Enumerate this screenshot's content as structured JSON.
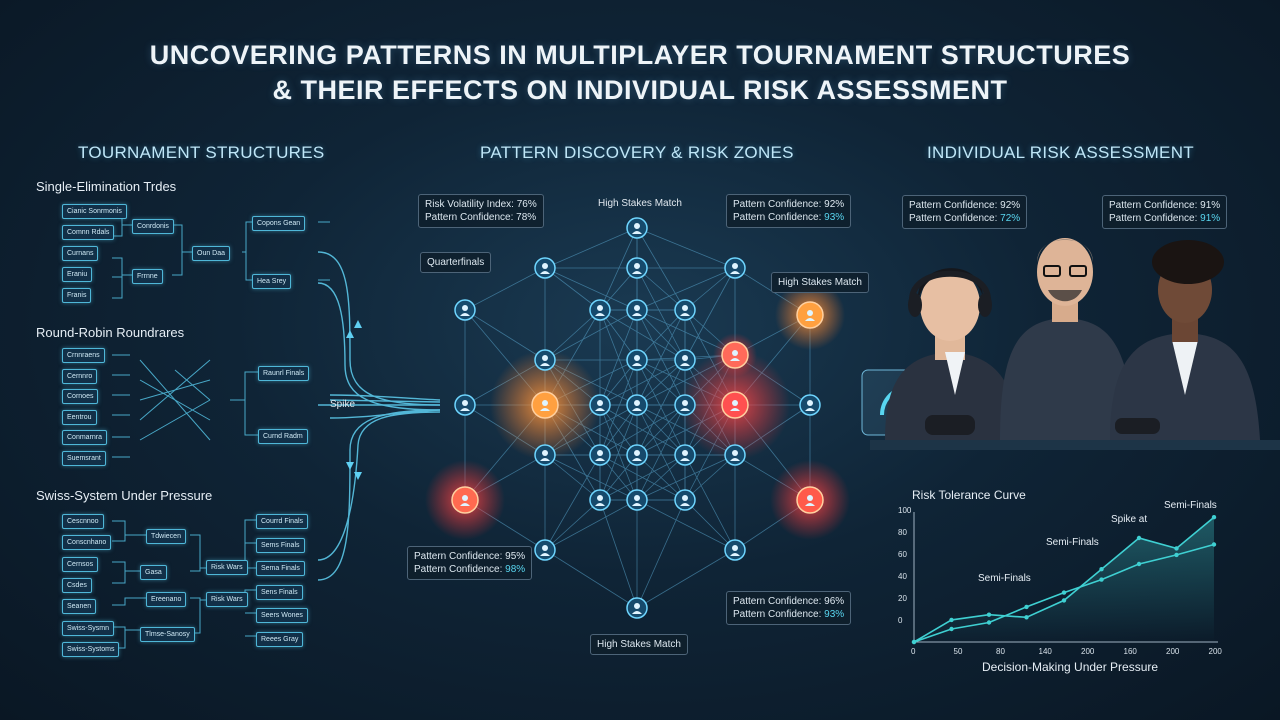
{
  "title": {
    "line1": "UNCOVERING PATTERNS IN MULTIPLAYER TOURNAMENT STRUCTURES",
    "line2": "& THEIR EFFECTS ON INDIVIDUAL RISK ASSESSMENT"
  },
  "sections": {
    "left": "TOURNAMENT STRUCTURES",
    "center": "PATTERN DISCOVERY & RISK ZONES",
    "right": "INDIVIDUAL RISK ASSESSMENT"
  },
  "left": {
    "single_elim": {
      "label": "Single-Elimination Trdes",
      "round1": [
        "Cianic Sonrmonis",
        "Comnn Rdals",
        "Curnans",
        "Eraniu",
        "Franis"
      ],
      "round2": [
        "Conrdonis",
        "Frrnne"
      ],
      "round3": "Oun Daa",
      "round4": [
        "Copons Gean",
        "Hea Srey"
      ]
    },
    "round_robin": {
      "label": "Round-Robin Roundrares",
      "col1": [
        "Crnnraens",
        "Cernnro",
        "Cornoes",
        "Eentrou",
        "Conmarnra",
        "Suemsrant"
      ],
      "col4": [
        "Raunrl Finals",
        "Curnd Radm"
      ]
    },
    "swiss": {
      "label": "Swiss-System Under Pressure",
      "col1": [
        "Cescnnoo",
        "Conscnhano",
        "Cernsos",
        "Csdes",
        "Seanen",
        "Swiss-Sysmn",
        "Swiss-Systoms"
      ],
      "col2": [
        "Tdwiecen",
        "Gasa",
        "Ereenano",
        "Tlmse-Sanosy"
      ],
      "col3": [
        "Risk Wars",
        "Risk Wars"
      ],
      "col4": [
        "Courrd Finals",
        "Sems Finals",
        "Sema Finals",
        "Sens Finals",
        "Seers Wones",
        "Reees Gray"
      ]
    },
    "spike": "Spike"
  },
  "center": {
    "box_tl": {
      "l1": "Risk Volatility Index: 76%",
      "l2": "Pattern Confidence: 78%"
    },
    "box_tr": {
      "l1": "Pattern Confidence: 92%",
      "l2": "Pattern Confidence: ",
      "l2hl": "93%"
    },
    "box_bl": {
      "l1": "Pattern Confidence: 95%",
      "l2": "Pattern Confidence: ",
      "l2hl": "98%"
    },
    "box_br": {
      "l1": "Pattern Confidence: 96%",
      "l2": "Pattern Confidence: ",
      "l2hl": "93%"
    },
    "high_stakes_top": "High Stakes Match",
    "high_stakes_right": "High Stakes Match",
    "high_stakes_bottom": "High Stakes Match",
    "quarterfinals": "Quarterfinals"
  },
  "right": {
    "box1": {
      "l1": "Pattern Confidence: 92%",
      "l2": "Pattern Confidence: ",
      "l2hl": "72%"
    },
    "box2": {
      "l1": "Pattern Confidence: 91%",
      "l2": "Pattern Confidence: ",
      "l2hl": "91%"
    }
  },
  "chart_data": {
    "type": "line",
    "title": "Risk Tolerance Curve",
    "xlabel": "Decision-Making Under Pressure",
    "ylabel": "",
    "xticks": [
      "0",
      "50",
      "80",
      "140",
      "200",
      "160",
      "200",
      "200"
    ],
    "yticks": [
      "100",
      "80",
      "60",
      "40",
      "20",
      "0"
    ],
    "ylim": [
      0,
      100
    ],
    "series": [
      {
        "values": [
          0,
          17,
          21,
          19,
          32,
          56,
          80,
          72,
          96
        ]
      },
      {
        "values": [
          0,
          10,
          15,
          27,
          38,
          48,
          60,
          67,
          75
        ]
      }
    ],
    "annotations": [
      "Semi-Finals",
      "Semi-Finals",
      "Spike at",
      "Semi-Finals"
    ]
  }
}
